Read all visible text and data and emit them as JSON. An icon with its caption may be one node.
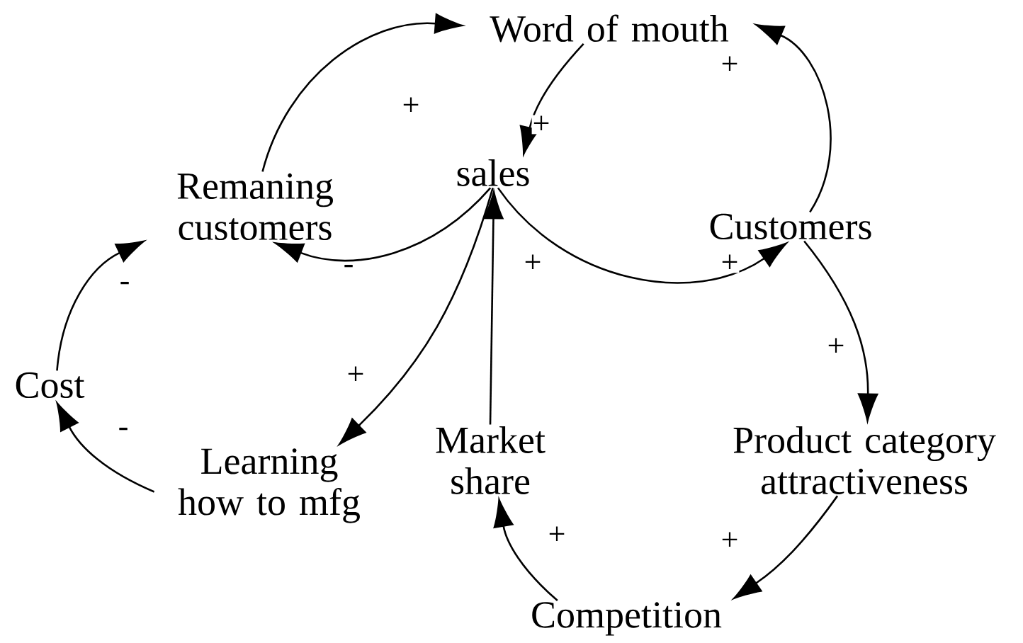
{
  "diagram": {
    "nodes": [
      {
        "text": [
          "Word of mouth"
        ]
      },
      {
        "text": [
          "sales"
        ]
      },
      {
        "text": [
          "Remaning customers"
        ]
      },
      {
        "text": [
          "Customers"
        ]
      },
      {
        "text": [
          "Cost"
        ]
      },
      {
        "text": [
          "Learning how to mfg"
        ]
      },
      {
        "text": [
          "Market share"
        ]
      },
      {
        "text": [
          "Product category attractiveness"
        ]
      },
      {
        "text": [
          "Competition"
        ]
      }
    ],
    "edges": [
      {
        "from": 2,
        "to": 0,
        "arrow": "to",
        "label": "+"
      },
      {
        "from": 0,
        "to": 1,
        "arrow": "to",
        "label": "+"
      },
      {
        "from": 1,
        "to": 2,
        "arrow": "to",
        "label": "-"
      },
      {
        "from": 1,
        "to": 3,
        "arrow": "to",
        "label": "+"
      },
      {
        "from": 3,
        "to": 0,
        "arrow": "to",
        "label": "+"
      },
      {
        "from": 3,
        "to": 7,
        "arrow": "to",
        "label": "+"
      },
      {
        "from": 7,
        "to": 8,
        "arrow": "to",
        "label": "+"
      },
      {
        "from": 8,
        "to": 6,
        "arrow": "to",
        "label": "+"
      },
      {
        "from": 6,
        "to": 1,
        "arrow": "to",
        "label": "+"
      },
      {
        "from": 1,
        "to": 5,
        "arrow": "to",
        "label": "+"
      },
      {
        "from": 5,
        "to": 4,
        "arrow": "to",
        "label": "-"
      },
      {
        "from": 4,
        "to": 2,
        "arrow": "to",
        "label": "-"
      }
    ]
  }
}
